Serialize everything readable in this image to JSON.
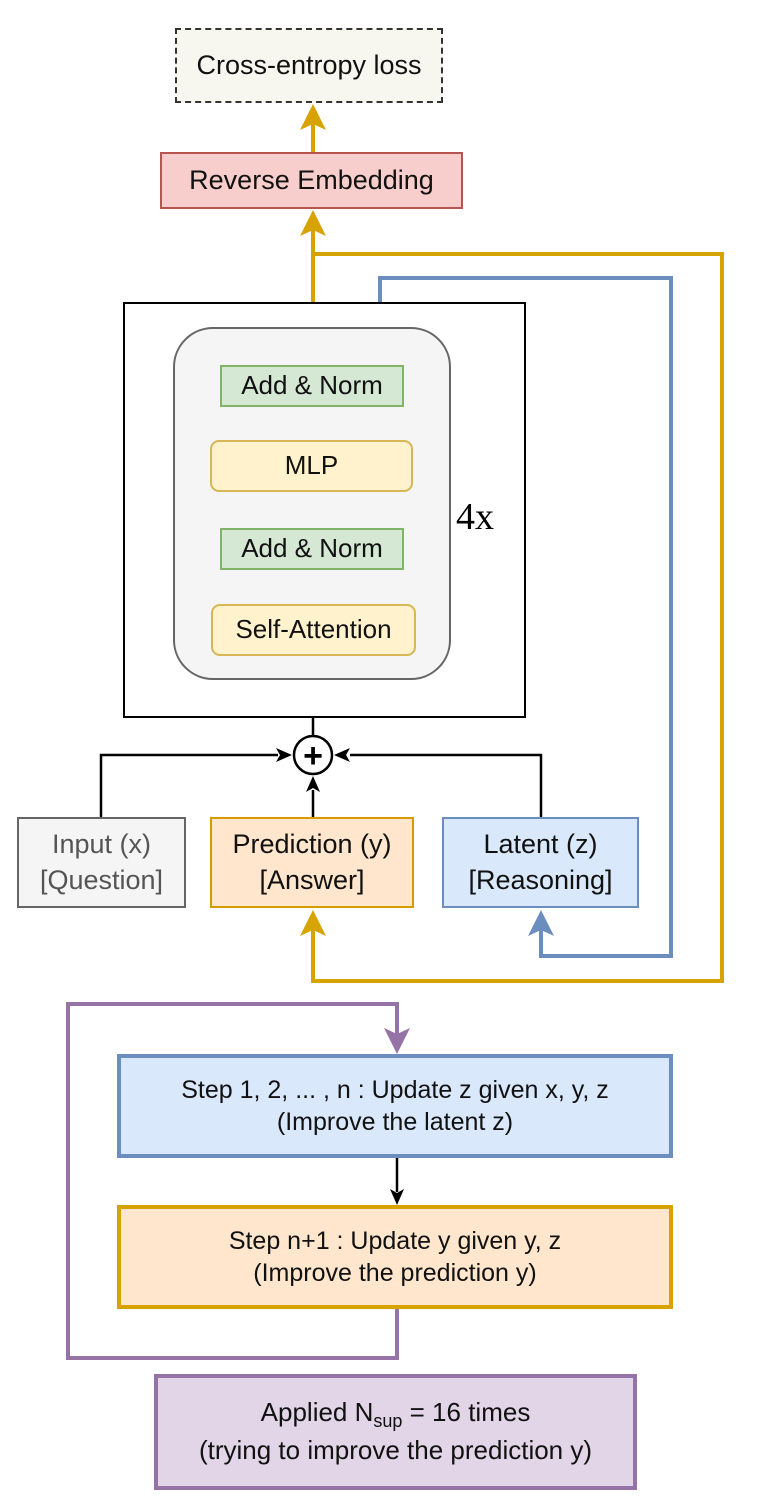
{
  "diagram": {
    "loss_label": "Cross-entropy loss",
    "reverse_embedding_label": "Reverse Embedding",
    "block": {
      "add_norm_top": "Add & Norm",
      "mlp": "MLP",
      "add_norm_bottom": "Add & Norm",
      "self_attention": "Self-Attention",
      "repeat_label": "4x"
    },
    "sum_symbol": "+",
    "inputs": {
      "x_line1": "Input (x)",
      "x_line2": "[Question]",
      "y_line1": "Prediction (y)",
      "y_line2": "[Answer]",
      "z_line1": "Latent (z)",
      "z_line2": "[Reasoning]"
    },
    "steps": {
      "step1_line1": "Step 1, 2, ... , n : Update z given x, y, z",
      "step1_line2": "(Improve the latent z)",
      "step2_line1": "Step n+1 : Update y given y, z",
      "step2_line2": "(Improve the prediction y)"
    },
    "applied": {
      "prefix": "Applied N",
      "subscript": "sup",
      "suffix": " = 16 times",
      "line2": "(trying to improve the prediction y)"
    },
    "colors": {
      "gold": "#d6a300",
      "blue": "#6c8ebf",
      "purple": "#9673a6",
      "red_fill": "#f8cecc",
      "green_fill": "#d5e8d4",
      "yellow_fill": "#fff2cc",
      "orange_fill": "#ffe6cc",
      "blue_fill": "#dae8fc",
      "purple_fill": "#e1d5e7"
    }
  }
}
